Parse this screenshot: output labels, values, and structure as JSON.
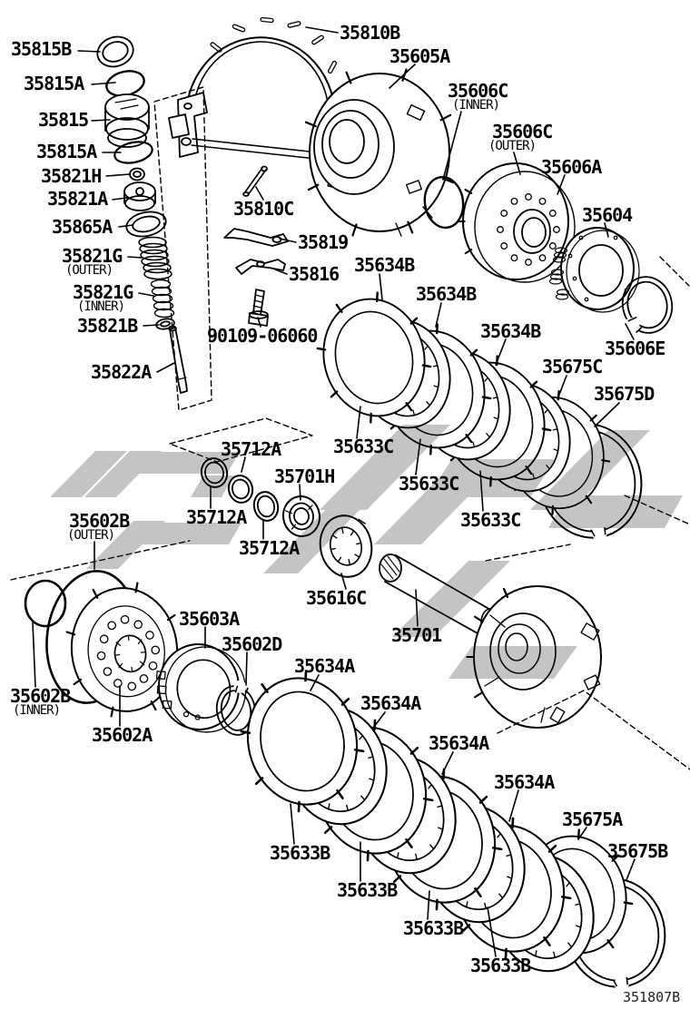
{
  "drawing_code": "351807B",
  "colors": {
    "line": "#000000",
    "background": "#ffffff",
    "watermark": "#c4c4c4"
  },
  "callouts": [
    {
      "part": "35815B"
    },
    {
      "part": "35815A"
    },
    {
      "part": "35815"
    },
    {
      "part": "35815A"
    },
    {
      "part": "35821H"
    },
    {
      "part": "35821A"
    },
    {
      "part": "35865A"
    },
    {
      "part": "35821G",
      "qualifier": "(OUTER)"
    },
    {
      "part": "35821G",
      "qualifier": "(INNER)"
    },
    {
      "part": "35821B"
    },
    {
      "part": "35822A"
    },
    {
      "part": "35810B"
    },
    {
      "part": "35810C"
    },
    {
      "part": "35819"
    },
    {
      "part": "35816"
    },
    {
      "part": "90109-06060"
    },
    {
      "part": "35605A"
    },
    {
      "part": "35606C",
      "qualifier": "(INNER)"
    },
    {
      "part": "35606C",
      "qualifier": "(OUTER)"
    },
    {
      "part": "35606A"
    },
    {
      "part": "35604"
    },
    {
      "part": "35606E"
    },
    {
      "part": "35634B"
    },
    {
      "part": "35634B"
    },
    {
      "part": "35634B"
    },
    {
      "part": "35675C"
    },
    {
      "part": "35675D"
    },
    {
      "part": "35633C"
    },
    {
      "part": "35633C"
    },
    {
      "part": "35633C"
    },
    {
      "part": "35712A"
    },
    {
      "part": "35712A"
    },
    {
      "part": "35712A"
    },
    {
      "part": "35701H"
    },
    {
      "part": "35616C"
    },
    {
      "part": "35701"
    },
    {
      "part": "35602B",
      "qualifier": "(OUTER)"
    },
    {
      "part": "35602B",
      "qualifier": "(INNER)"
    },
    {
      "part": "35602A"
    },
    {
      "part": "35603A"
    },
    {
      "part": "35602D"
    },
    {
      "part": "35634A"
    },
    {
      "part": "35634A"
    },
    {
      "part": "35634A"
    },
    {
      "part": "35634A"
    },
    {
      "part": "35675A"
    },
    {
      "part": "35675B"
    },
    {
      "part": "35633B"
    },
    {
      "part": "35633B"
    },
    {
      "part": "35633B"
    },
    {
      "part": "35633B"
    }
  ]
}
